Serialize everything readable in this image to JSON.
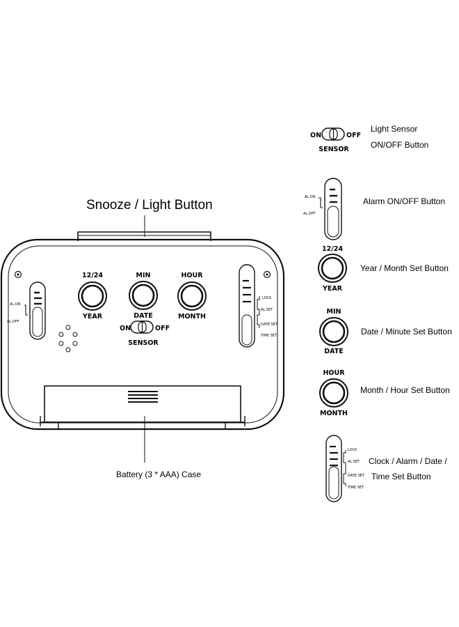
{
  "callouts": {
    "snooze_light": "Snooze / Light Button",
    "battery_case": "Battery (3 * AAA) Case"
  },
  "clock": {
    "year_top": "12/24",
    "year_bottom": "YEAR",
    "min_top": "MIN",
    "min_bottom": "DATE",
    "hour_top": "HOUR",
    "hour_bottom": "MONTH",
    "sensor_on": "ON",
    "sensor_off": "OFF",
    "sensor_label": "SENSOR",
    "alarm_on": "AL.ON",
    "alarm_off": "AL.OFF",
    "mode_lock": "LOCK",
    "mode_al_set": "AL.SET",
    "mode_date_set": "DATE SET",
    "mode_time_set": "TIME SET"
  },
  "legend": {
    "sensor_on": "ON",
    "sensor_off": "OFF",
    "sensor_label": "SENSOR",
    "sensor_desc_line1": "Light Sensor",
    "sensor_desc_line2": "ON/OFF Button",
    "alarm_on": "AL.ON",
    "alarm_off": "AL.OFF",
    "alarm_desc": "Alarm ON/OFF Button",
    "year_top": "12/24",
    "year_bottom": "YEAR",
    "year_desc": "Year / Month Set Button",
    "min_top": "MIN",
    "min_bottom": "DATE",
    "min_desc": "Date / Minute Set Button",
    "hour_top": "HOUR",
    "hour_bottom": "MONTH",
    "hour_desc": "Month / Hour Set Button",
    "mode_lock": "LOCK",
    "mode_al_set": "AL.SET",
    "mode_date_set": "DATE SET",
    "mode_time_set": "TIME SET",
    "mode_desc_line1": "Clock / Alarm / Date /",
    "mode_desc_line2": "Time Set Button"
  }
}
